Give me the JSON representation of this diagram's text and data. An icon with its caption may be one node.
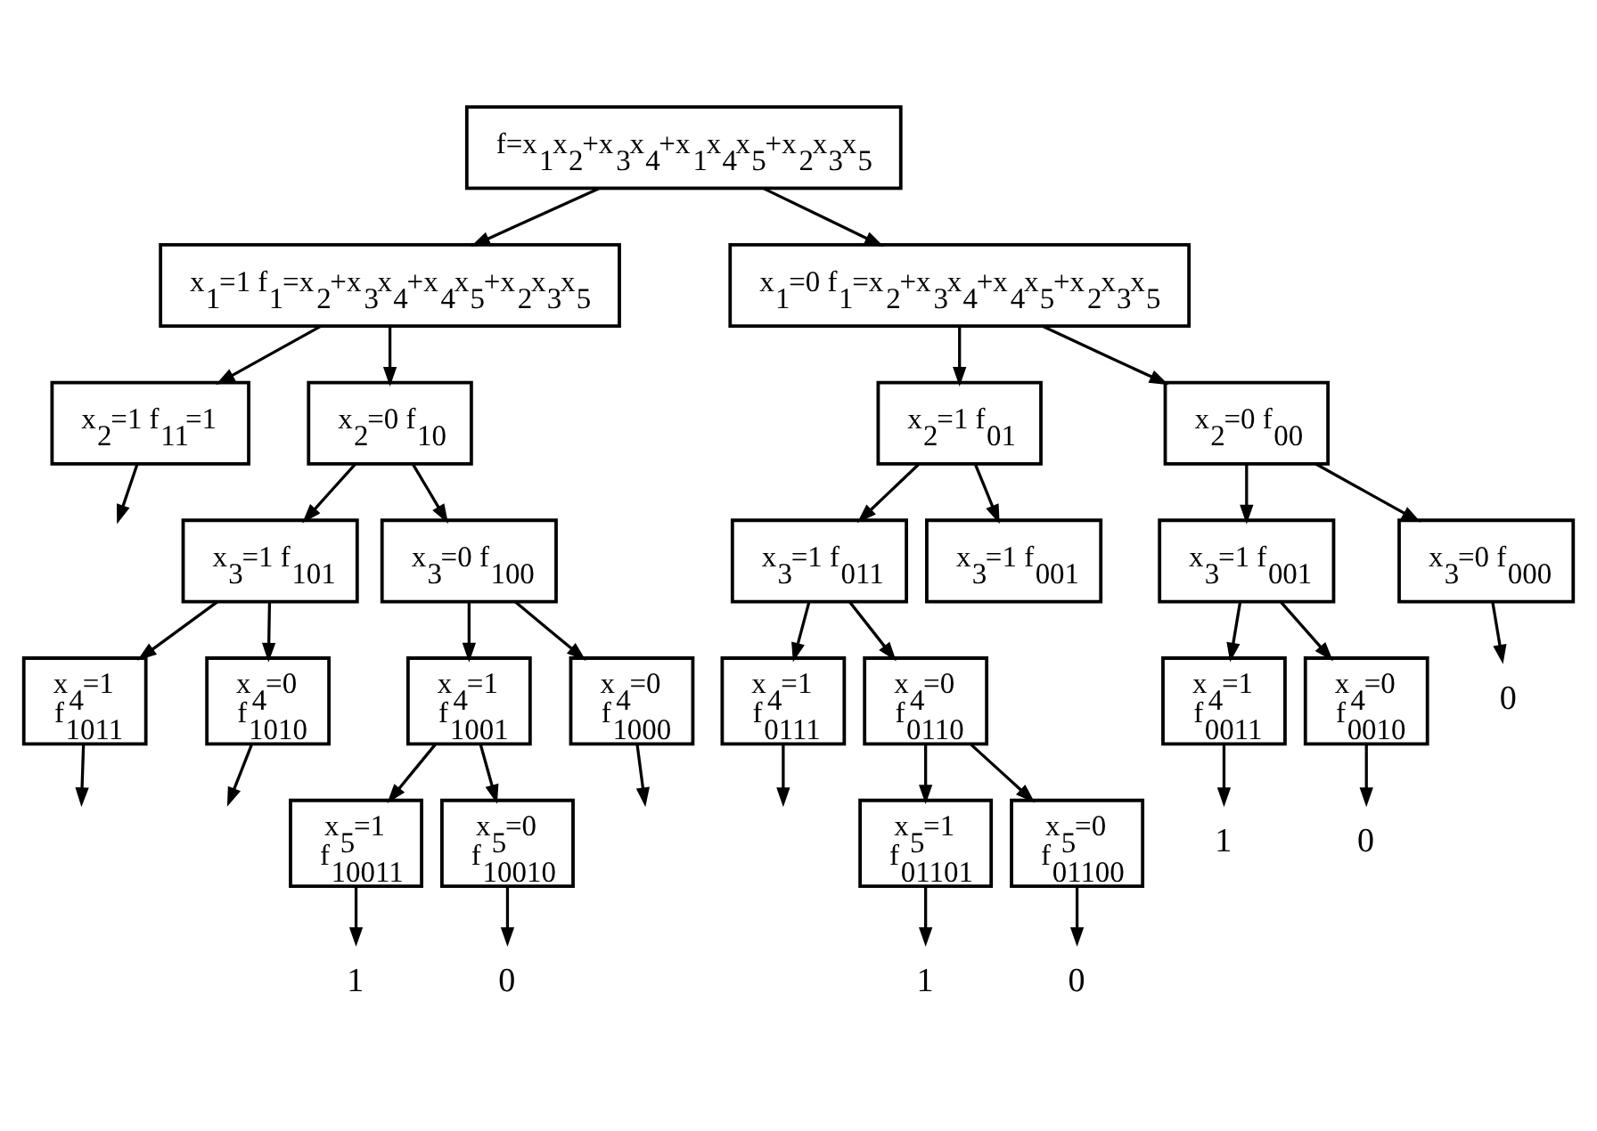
{
  "diagram": {
    "nodes": [
      {
        "text": [
          "f=x$_{1}$x$_{2}$+x$_{3}$x$_{4}$+x$_{1}$x$_{4}$x$_{5}$+x$_{2}$x$_{3}$x$_{5}$"
        ]
      },
      {
        "text": [
          "x$_{1}$=1 f$_{1}$=x$_{2}$+x$_{3}$x$_{4}$+x$_{4}$x$_{5}$+x$_{2}$x$_{3}$x$_{5}$"
        ]
      },
      {
        "text": [
          "x$_{1}$=0 f$_{1}$=x$_{2}$+x$_{3}$x$_{4}$+x$_{4}$x$_{5}$+x$_{2}$x$_{3}$x$_{5}$"
        ]
      },
      {
        "text": [
          "x$_{2}$=1 f$_{11}$=1"
        ]
      },
      {
        "text": [
          "x$_{2}$=0 f$_{10}$"
        ]
      },
      {
        "text": [
          "x$_{2}$=1 f$_{01}$"
        ]
      },
      {
        "text": [
          "x$_{2}$=0 f$_{00}$"
        ]
      },
      {
        "text": [
          "x$_{3}$=1 f$_{101}$"
        ]
      },
      {
        "text": [
          "x$_{3}$=0 f$_{100}$"
        ]
      },
      {
        "text": [
          "x$_{3}$=1 f$_{011}$"
        ]
      },
      {
        "text": [
          "x$_{3}$=1 f$_{001}$"
        ]
      },
      {
        "text": [
          "x$_{3}$=1 f$_{001}$"
        ]
      },
      {
        "text": [
          "x$_{3}$=0 f$_{000}$"
        ]
      },
      {
        "text": [
          "x$_{4}$=1",
          "f$_{1011}$"
        ]
      },
      {
        "text": [
          "x$_{4}$=0",
          "f$_{1010}$"
        ]
      },
      {
        "text": [
          "x$_{4}$=1",
          "f$_{1001}$"
        ]
      },
      {
        "text": [
          "x$_{4}$=0",
          "f$_{1000}$"
        ]
      },
      {
        "text": [
          "x$_{4}$=1",
          "f$_{0111}$"
        ]
      },
      {
        "text": [
          "x$_{4}$=0",
          "f$_{0110}$"
        ]
      },
      {
        "text": [
          "x$_{4}$=1",
          "f$_{0011}$"
        ]
      },
      {
        "text": [
          "x$_{4}$=0",
          "f$_{0010}$"
        ]
      },
      {
        "text": [
          "x$_{5}$=1",
          "f$_{10011}$"
        ]
      },
      {
        "text": [
          "x$_{5}$=0",
          "f$_{10010}$"
        ]
      },
      {
        "text": [
          "x$_{5}$=1",
          "f$_{01101}$"
        ]
      },
      {
        "text": [
          "x$_{5}$=0",
          "f$_{01100}$"
        ]
      },
      {
        "text": [
          "0"
        ]
      },
      {
        "text": [
          "1"
        ]
      },
      {
        "text": [
          "0"
        ]
      },
      {
        "text": [
          "1"
        ]
      },
      {
        "text": [
          "0"
        ]
      },
      {
        "text": [
          "1"
        ]
      },
      {
        "text": [
          "0"
        ]
      }
    ],
    "edges": [
      {
        "from": 0,
        "to": 1,
        "arrow": "to"
      },
      {
        "from": 0,
        "to": 2,
        "arrow": "to"
      },
      {
        "from": 1,
        "to": 3,
        "arrow": "to"
      },
      {
        "from": 1,
        "to": 4,
        "arrow": "to"
      },
      {
        "from": 2,
        "to": 5,
        "arrow": "to"
      },
      {
        "from": 2,
        "to": 6,
        "arrow": "to"
      },
      {
        "from": 3,
        "to": null,
        "arrow": "to"
      },
      {
        "from": 4,
        "to": 7,
        "arrow": "to"
      },
      {
        "from": 4,
        "to": 8,
        "arrow": "to"
      },
      {
        "from": 5,
        "to": 9,
        "arrow": "to"
      },
      {
        "from": 5,
        "to": 10,
        "arrow": "to"
      },
      {
        "from": 6,
        "to": 11,
        "arrow": "to"
      },
      {
        "from": 6,
        "to": 12,
        "arrow": "to"
      },
      {
        "from": 12,
        "to": 25,
        "arrow": "to"
      },
      {
        "from": 7,
        "to": 13,
        "arrow": "to"
      },
      {
        "from": 7,
        "to": 14,
        "arrow": "to"
      },
      {
        "from": 8,
        "to": 15,
        "arrow": "to"
      },
      {
        "from": 8,
        "to": 16,
        "arrow": "to"
      },
      {
        "from": 9,
        "to": 17,
        "arrow": "to"
      },
      {
        "from": 9,
        "to": 18,
        "arrow": "to"
      },
      {
        "from": 11,
        "to": 19,
        "arrow": "to"
      },
      {
        "from": 11,
        "to": 20,
        "arrow": "to"
      },
      {
        "from": 13,
        "to": null,
        "arrow": "to"
      },
      {
        "from": 14,
        "to": null,
        "arrow": "to"
      },
      {
        "from": 16,
        "to": null,
        "arrow": "to"
      },
      {
        "from": 17,
        "to": null,
        "arrow": "to"
      },
      {
        "from": 19,
        "to": 26,
        "arrow": "to"
      },
      {
        "from": 20,
        "to": 27,
        "arrow": "to"
      },
      {
        "from": 15,
        "to": 21,
        "arrow": "to"
      },
      {
        "from": 15,
        "to": 22,
        "arrow": "to"
      },
      {
        "from": 18,
        "to": 23,
        "arrow": "to"
      },
      {
        "from": 18,
        "to": 24,
        "arrow": "to"
      },
      {
        "from": 21,
        "to": 28,
        "arrow": "to"
      },
      {
        "from": 22,
        "to": 29,
        "arrow": "to"
      },
      {
        "from": 23,
        "to": 30,
        "arrow": "to"
      },
      {
        "from": 24,
        "to": 31,
        "arrow": "to"
      }
    ]
  }
}
